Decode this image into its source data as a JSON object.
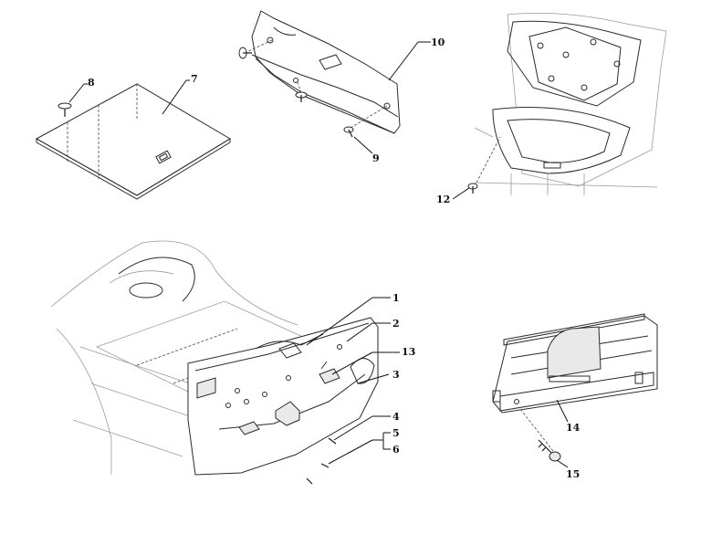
{
  "diagram": {
    "labels": {
      "p1": "1",
      "p2": "2",
      "p3": "3",
      "p4": "4",
      "p5": "5",
      "p6": "6",
      "p7": "7",
      "p8": "8",
      "p9": "9",
      "p10": "10",
      "p12": "12",
      "p13": "13",
      "p14": "14",
      "p15": "15"
    }
  }
}
